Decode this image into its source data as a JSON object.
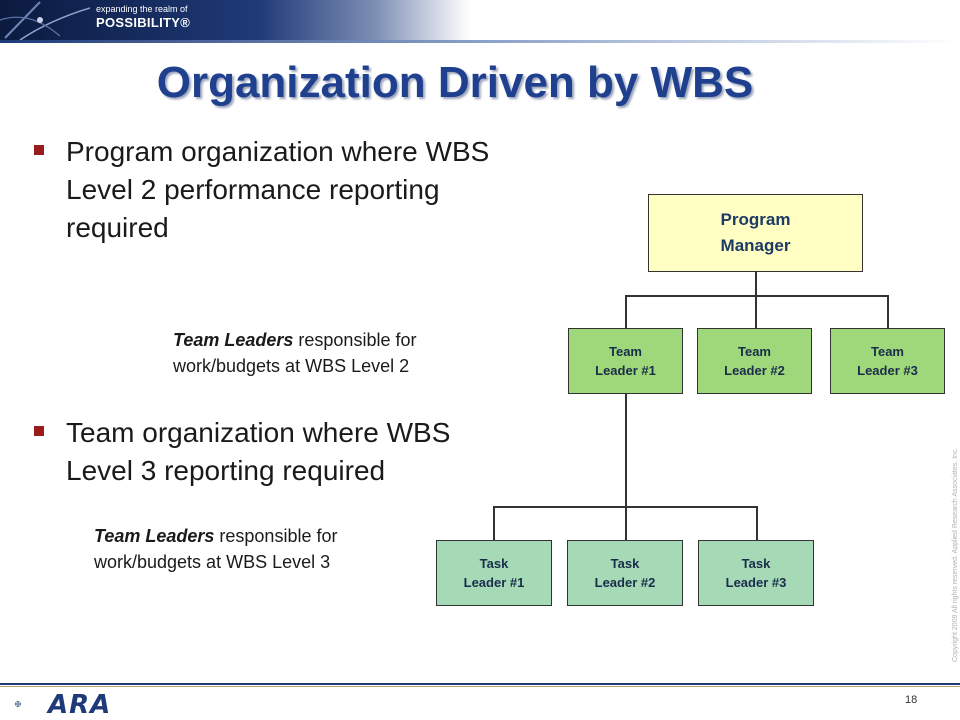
{
  "header": {
    "tagline_small": "expanding the realm of",
    "tagline_big": "POSSIBILITY®"
  },
  "slide": {
    "title": "Organization Driven by WBS",
    "bullets": [
      {
        "lines": [
          "Program organization where WBS",
          "Level 2 performance reporting",
          "required"
        ],
        "note_bold": "Team Leaders",
        "note_rest_line1": " responsible for",
        "note_line2": "work/budgets at WBS Level 2"
      },
      {
        "lines": [
          "Team organization where WBS",
          "Level 3 reporting required"
        ],
        "note_bold": "Team Leaders",
        "note_rest_line1": " responsible for",
        "note_line2": "work/budgets at WBS Level 3"
      }
    ]
  },
  "org_chart": {
    "program_manager": [
      "Program",
      "Manager"
    ],
    "team_leaders": [
      [
        "Team",
        "Leader #1"
      ],
      [
        "Team",
        "Leader #2"
      ],
      [
        "Team",
        "Leader #3"
      ]
    ],
    "task_leaders": [
      [
        "Task",
        "Leader #1"
      ],
      [
        "Task",
        "Leader #2"
      ],
      [
        "Task",
        "Leader #3"
      ]
    ],
    "colors": {
      "program_manager_fill": "#ffffc4",
      "team_leader_fill": "#9fd87a",
      "task_leader_fill": "#a6d9b6"
    }
  },
  "footer": {
    "logo": "ARA",
    "page_number": "18",
    "copyright": "Copyright 2009 All rights reserved. Applied Research Associates, Inc."
  },
  "colors": {
    "title": "#1f3f8f",
    "bullet_marker": "#9a1b1b",
    "brand_navy": "#1f3a78"
  }
}
